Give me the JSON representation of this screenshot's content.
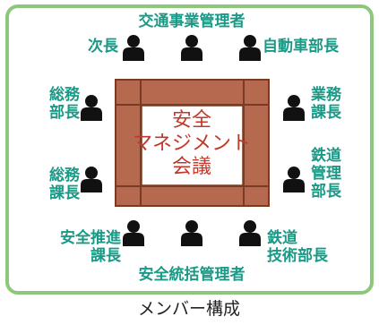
{
  "table": {
    "line1": "安全",
    "line2": "マネジメント",
    "line3": "会議"
  },
  "members": {
    "top_center": "交通事業管理者",
    "top_left": "次長",
    "top_right": "自動車部長",
    "left_upper": "総務\n部長",
    "left_lower": "総務\n課長",
    "right_upper": "業務\n課長",
    "right_lower": "鉄道\n管理\n部長",
    "bottom_left": "安全推進\n課長",
    "bottom_right": "鉄道\n技術部長",
    "bottom_center": "安全統括管理者"
  },
  "caption": "メンバー構成",
  "colors": {
    "frame_border": "#8dc87a",
    "label": "#1a9a86",
    "table_wood": "#b5694f",
    "table_border": "#7a3b24",
    "table_text": "#c0392b",
    "person": "#111111"
  },
  "icons": [
    "person-icon"
  ]
}
